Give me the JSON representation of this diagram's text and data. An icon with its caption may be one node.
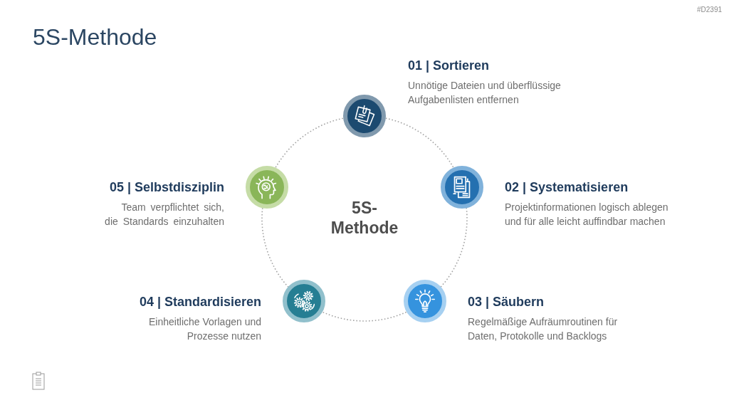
{
  "diagram": {
    "title": "5S-Methode",
    "nodes": [
      {
        "text": [],
        "shape": "circle",
        "beside": [
          "01 | Sortieren",
          "Unnötige Dateien und überflüssige Aufgabenlisten entfernen"
        ]
      },
      {
        "text": [],
        "shape": "circle",
        "beside": [
          "02 | Systematisieren",
          "Projektinformationen logisch ablegen und für alle leicht auffindbar machen"
        ]
      },
      {
        "text": [],
        "shape": "circle",
        "beside": [
          "03 | Säubern",
          "Regelmäßige Aufräumroutinen für Daten, Protokolle und Backlogs"
        ]
      },
      {
        "text": [],
        "shape": "circle",
        "beside": [
          "04 | Standardisieren",
          "Einheitliche Vorlagen und Prozesse nutzen"
        ]
      },
      {
        "text": [],
        "shape": "circle",
        "beside": [
          "05 | Selbstdisziplin",
          "Team verpflichtet sich, die Standards einzuhalten"
        ]
      }
    ],
    "edges": [
      {
        "from": 0,
        "to": 1,
        "arrow": "none",
        "style": "dashed"
      },
      {
        "from": 1,
        "to": 2,
        "arrow": "none",
        "style": "dashed"
      },
      {
        "from": 2,
        "to": 3,
        "arrow": "none",
        "style": "dashed"
      },
      {
        "from": 3,
        "to": 4,
        "arrow": "none",
        "style": "dashed"
      },
      {
        "from": 4,
        "to": 0,
        "arrow": "none",
        "style": "dashed"
      }
    ],
    "labels": [
      "#D2391",
      "5S-Methode"
    ]
  }
}
